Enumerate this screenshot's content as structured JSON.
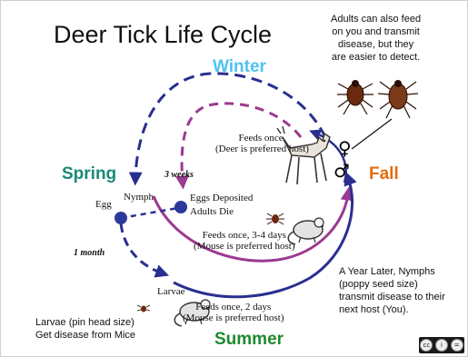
{
  "title": "Deer Tick Life Cycle",
  "seasons": {
    "winter": "Winter",
    "spring": "Spring",
    "fall": "Fall",
    "summer": "Summer"
  },
  "stages": {
    "egg": "Egg",
    "nymph": "Nymph",
    "eggs_deposited": "Eggs Deposited",
    "adults_die": "Adults Die",
    "larvae": "Larvae"
  },
  "durations": {
    "three_weeks": "3 weeks",
    "one_month": "1 month"
  },
  "feeding": {
    "deer_line1": "Feeds once,",
    "deer_line2": "(Deer is preferred host)",
    "mouse_nymph_line1": "Feeds once, 3-4 days",
    "mouse_nymph_line2": "(Mouse is preferred host)",
    "mouse_larvae_line1": "Feeds once, 2 days",
    "mouse_larvae_line2": "(Mouse is preferred host)"
  },
  "notes": {
    "adults": [
      "Adults can also feed",
      "on you and transmit",
      "disease, but they",
      "are easier to detect."
    ],
    "nymphs": [
      "A Year Later, Nymphs",
      "(poppy seed size)",
      "transmit disease to their",
      "next host (You)."
    ],
    "larvae": [
      "Larvae (pin head size)",
      "Get disease from Mice"
    ]
  },
  "symbols": {
    "male": "♂",
    "female": "♀"
  },
  "colors": {
    "winter": "#4fc3f0",
    "spring": "#1a8a7a",
    "fall": "#e46c12",
    "summer": "#1f8a2e",
    "navy_arrow": "#2a2f8f",
    "purple_arrow": "#9b3a8f",
    "node": "#2a3a9a"
  },
  "icons": [
    "deer-icon",
    "mouse-icon",
    "tick-icon",
    "cc-license-icon"
  ]
}
